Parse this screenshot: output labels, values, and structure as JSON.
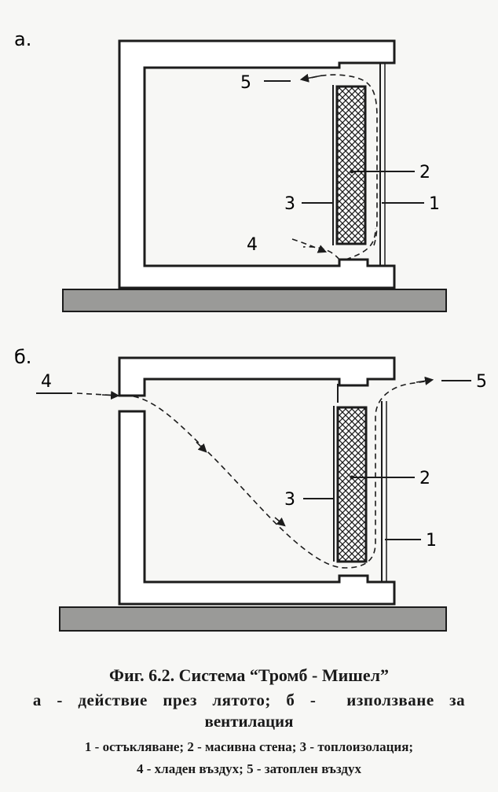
{
  "panels": [
    {
      "label": "а.",
      "markers": {
        "m1": "1",
        "m2": "2",
        "m3": "3",
        "m4": "4",
        "m5": "5"
      }
    },
    {
      "label": "б.",
      "markers": {
        "m1": "1",
        "m2": "2",
        "m3": "3",
        "m4": "4",
        "m5": "5"
      }
    }
  ],
  "caption": {
    "title": "Фиг. 6.2. Система “Тромб - Мишел”",
    "subtitle_line1": "а  -  действие  през  лятото;  б  -    използване  за",
    "subtitle_line2": "вентилация",
    "legend_line1": "1 - остъкляване; 2 - масивна стена; 3 - топлоизолация;",
    "legend_line2": "4 - хладен въздух; 5 - затоплен въздух"
  },
  "colors": {
    "ink": "#1c1c1c",
    "ground": "#9a9a98",
    "paper": "#f7f7f5",
    "wall_fill": "#ffffff"
  }
}
